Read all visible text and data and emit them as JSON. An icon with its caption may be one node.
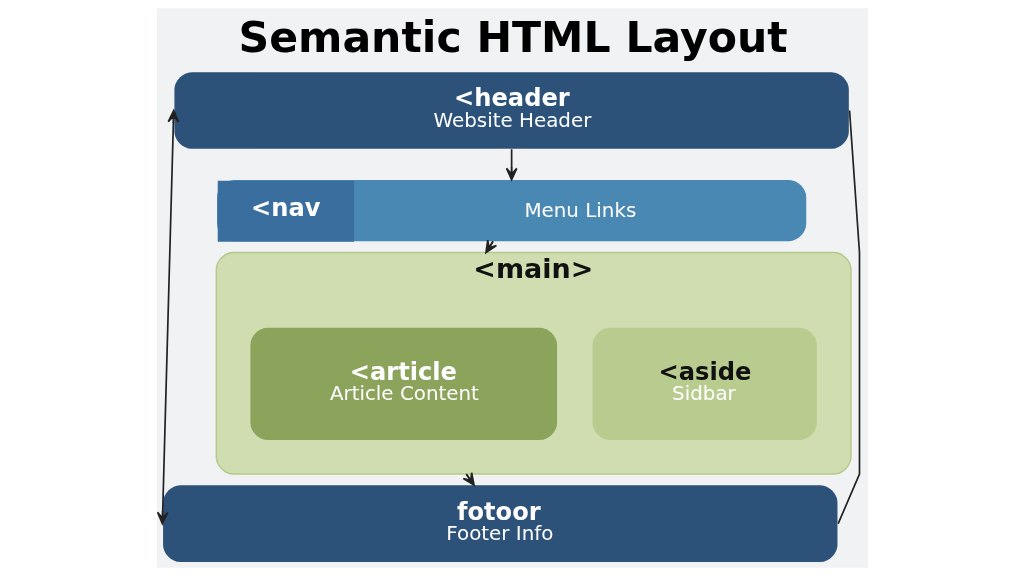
{
  "diagram": {
    "title": "Semantic HTML Layout",
    "nodes": [
      {
        "text": [
          "<header",
          "Website Header"
        ]
      },
      {
        "text": [
          "<nav",
          "Menu Links"
        ]
      },
      {
        "text": [
          "<main>"
        ]
      },
      {
        "text": [
          "<article",
          "Article Content"
        ],
        "in": 2
      },
      {
        "text": [
          "<aside",
          "Sidbar"
        ],
        "in": 2
      },
      {
        "text": [
          "fotoor",
          "Footer Info"
        ]
      }
    ],
    "edges": [
      {
        "from": 0,
        "to": 1,
        "arrow": "to"
      },
      {
        "from": 1,
        "to": 2,
        "arrow": "to"
      },
      {
        "from": 2,
        "to": 5,
        "arrow": "to"
      },
      {
        "from": 0,
        "to": 5,
        "arrow": "both"
      },
      {
        "from": 0,
        "to": 5,
        "arrow": "none"
      }
    ]
  }
}
